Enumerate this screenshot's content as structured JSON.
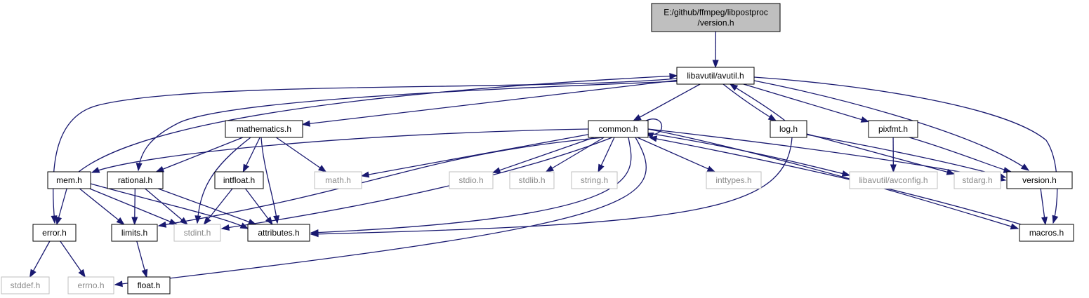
{
  "graph": {
    "title": "E:/github/ffmpeg/libpostproc/version.h",
    "edge_color": "#191970",
    "node_colors": {
      "root_fill": "#bfbfbf",
      "node_stroke": "#000000",
      "external_stroke": "#bfbfbf",
      "external_text": "#8a8a8a"
    },
    "nodes": [
      {
        "id": "version_pp",
        "lines": [
          "E:/github/ffmpeg/libpostproc",
          "/version.h"
        ],
        "root": true
      },
      {
        "id": "avutil",
        "lines": [
          "libavutil/avutil.h"
        ]
      },
      {
        "id": "mathematics",
        "lines": [
          "mathematics.h"
        ]
      },
      {
        "id": "common",
        "lines": [
          "common.h"
        ]
      },
      {
        "id": "log",
        "lines": [
          "log.h"
        ]
      },
      {
        "id": "pixfmt",
        "lines": [
          "pixfmt.h"
        ]
      },
      {
        "id": "mem",
        "lines": [
          "mem.h"
        ]
      },
      {
        "id": "rational",
        "lines": [
          "rational.h"
        ]
      },
      {
        "id": "intfloat",
        "lines": [
          "intfloat.h"
        ]
      },
      {
        "id": "math",
        "lines": [
          "math.h"
        ],
        "external": true
      },
      {
        "id": "stdio",
        "lines": [
          "stdio.h"
        ],
        "external": true
      },
      {
        "id": "stdlib",
        "lines": [
          "stdlib.h"
        ],
        "external": true
      },
      {
        "id": "string",
        "lines": [
          "string.h"
        ],
        "external": true
      },
      {
        "id": "inttypes",
        "lines": [
          "inttypes.h"
        ],
        "external": true
      },
      {
        "id": "avconfig",
        "lines": [
          "libavutil/avconfig.h"
        ],
        "external": true
      },
      {
        "id": "stdarg",
        "lines": [
          "stdarg.h"
        ],
        "external": true
      },
      {
        "id": "version",
        "lines": [
          "version.h"
        ]
      },
      {
        "id": "error",
        "lines": [
          "error.h"
        ]
      },
      {
        "id": "limits",
        "lines": [
          "limits.h"
        ]
      },
      {
        "id": "stdint",
        "lines": [
          "stdint.h"
        ],
        "external": true
      },
      {
        "id": "attributes",
        "lines": [
          "attributes.h"
        ]
      },
      {
        "id": "macros",
        "lines": [
          "macros.h"
        ]
      },
      {
        "id": "stddef",
        "lines": [
          "stddef.h"
        ],
        "external": true
      },
      {
        "id": "errno",
        "lines": [
          "errno.h"
        ],
        "external": true
      },
      {
        "id": "float",
        "lines": [
          "float.h"
        ]
      }
    ],
    "edges": [
      [
        "version_pp",
        "avutil"
      ],
      [
        "avutil",
        "mathematics"
      ],
      [
        "avutil",
        "common"
      ],
      [
        "avutil",
        "log"
      ],
      [
        "avutil",
        "pixfmt"
      ],
      [
        "avutil",
        "error"
      ],
      [
        "avutil",
        "rational"
      ],
      [
        "avutil",
        "version"
      ],
      [
        "avutil",
        "macros"
      ],
      [
        "log",
        "avutil"
      ],
      [
        "mem",
        "avutil"
      ],
      [
        "common",
        "common"
      ],
      [
        "common",
        "mem"
      ],
      [
        "common",
        "math"
      ],
      [
        "common",
        "stdio"
      ],
      [
        "common",
        "stdlib"
      ],
      [
        "common",
        "string"
      ],
      [
        "common",
        "inttypes"
      ],
      [
        "common",
        "avconfig"
      ],
      [
        "common",
        "version"
      ],
      [
        "common",
        "limits"
      ],
      [
        "common",
        "stdint"
      ],
      [
        "common",
        "attributes"
      ],
      [
        "common",
        "errno"
      ],
      [
        "common",
        "macros"
      ],
      [
        "mathematics",
        "rational"
      ],
      [
        "mathematics",
        "intfloat"
      ],
      [
        "mathematics",
        "math"
      ],
      [
        "mathematics",
        "stdint"
      ],
      [
        "mathematics",
        "attributes"
      ],
      [
        "intfloat",
        "stdint"
      ],
      [
        "intfloat",
        "attributes"
      ],
      [
        "rational",
        "limits"
      ],
      [
        "rational",
        "stdint"
      ],
      [
        "rational",
        "attributes"
      ],
      [
        "mem",
        "error"
      ],
      [
        "mem",
        "limits"
      ],
      [
        "mem",
        "stdint"
      ],
      [
        "mem",
        "attributes"
      ],
      [
        "log",
        "stdarg"
      ],
      [
        "log",
        "version"
      ],
      [
        "log",
        "attributes"
      ],
      [
        "pixfmt",
        "avconfig"
      ],
      [
        "pixfmt",
        "version"
      ],
      [
        "version",
        "macros"
      ],
      [
        "macros",
        "common"
      ],
      [
        "error",
        "stddef"
      ],
      [
        "error",
        "errno"
      ],
      [
        "limits",
        "float"
      ]
    ]
  }
}
